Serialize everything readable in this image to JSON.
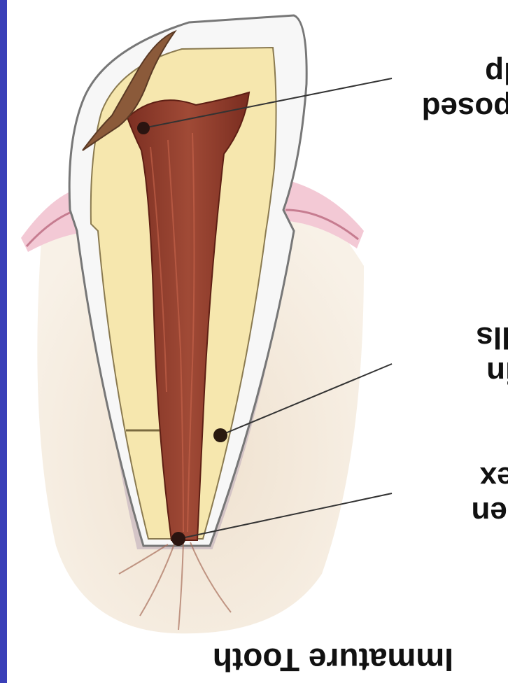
{
  "caption": "Immature Tooth",
  "labels": {
    "exposed": {
      "line1": "Exposed",
      "line2": "pulp"
    },
    "thin": {
      "line1": "Thin",
      "line2": "walls"
    },
    "open": {
      "line1": "Open",
      "line2": "apex"
    }
  },
  "colors": {
    "side_band": "#3a3fb8",
    "bone": "#f1e6d6",
    "gum": "#f2c6d2",
    "enamel": "#f7f7f7",
    "dentin": "#f6e7ae",
    "pulp": "#8d3b2a",
    "label_line": "#333333"
  },
  "icons": [
    "tooth-diagram"
  ]
}
